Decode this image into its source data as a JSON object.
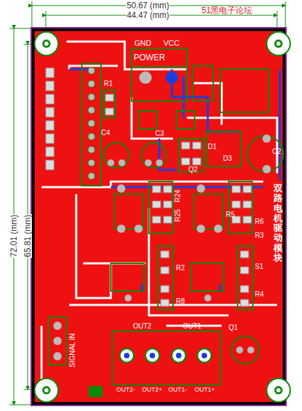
{
  "diagram": {
    "labels": [
      "50.67 (mm)",
      "44.47 (mm)",
      "51黑电子论坛",
      "72.01 (mm)",
      "65.81 (mm)",
      "GND",
      "VCC",
      "POWER",
      "R1",
      "C4",
      "C3",
      "D1",
      "D3",
      "C2",
      "Q2",
      "R24",
      "R25",
      "R5",
      "R6",
      "R3",
      "S1",
      "R4",
      "R2",
      "R8",
      "OUT2",
      "OUT1",
      "Q1",
      "OUT2-",
      "OUT2+",
      "OUT1-",
      "OUT1+",
      "SIGNAL IN",
      "双路电机驱动模块"
    ]
  }
}
